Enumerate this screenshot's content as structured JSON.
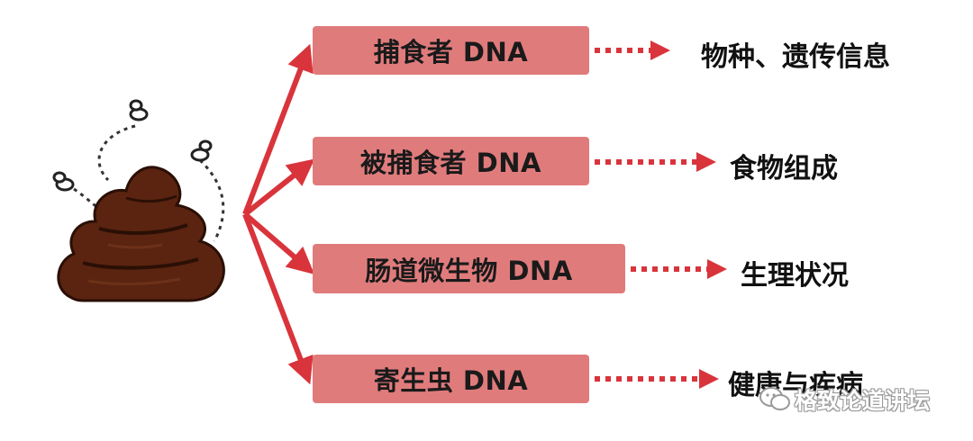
{
  "source": {
    "icon": "poop-with-flies-icon"
  },
  "colors": {
    "box_fill": "#e07b7c",
    "arrow": "#d9343b",
    "poop": "#5a2410"
  },
  "branches": [
    {
      "label": "捕食者 DNA",
      "result": "物种、遗传信息"
    },
    {
      "label": "被捕食者 DNA",
      "result": "食物组成"
    },
    {
      "label": "肠道微生物 DNA",
      "result": "生理状况"
    },
    {
      "label": "寄生虫 DNA",
      "result": "健康与疾病"
    }
  ],
  "watermark": {
    "text": "格致论道讲坛",
    "icon": "wechat-icon"
  }
}
